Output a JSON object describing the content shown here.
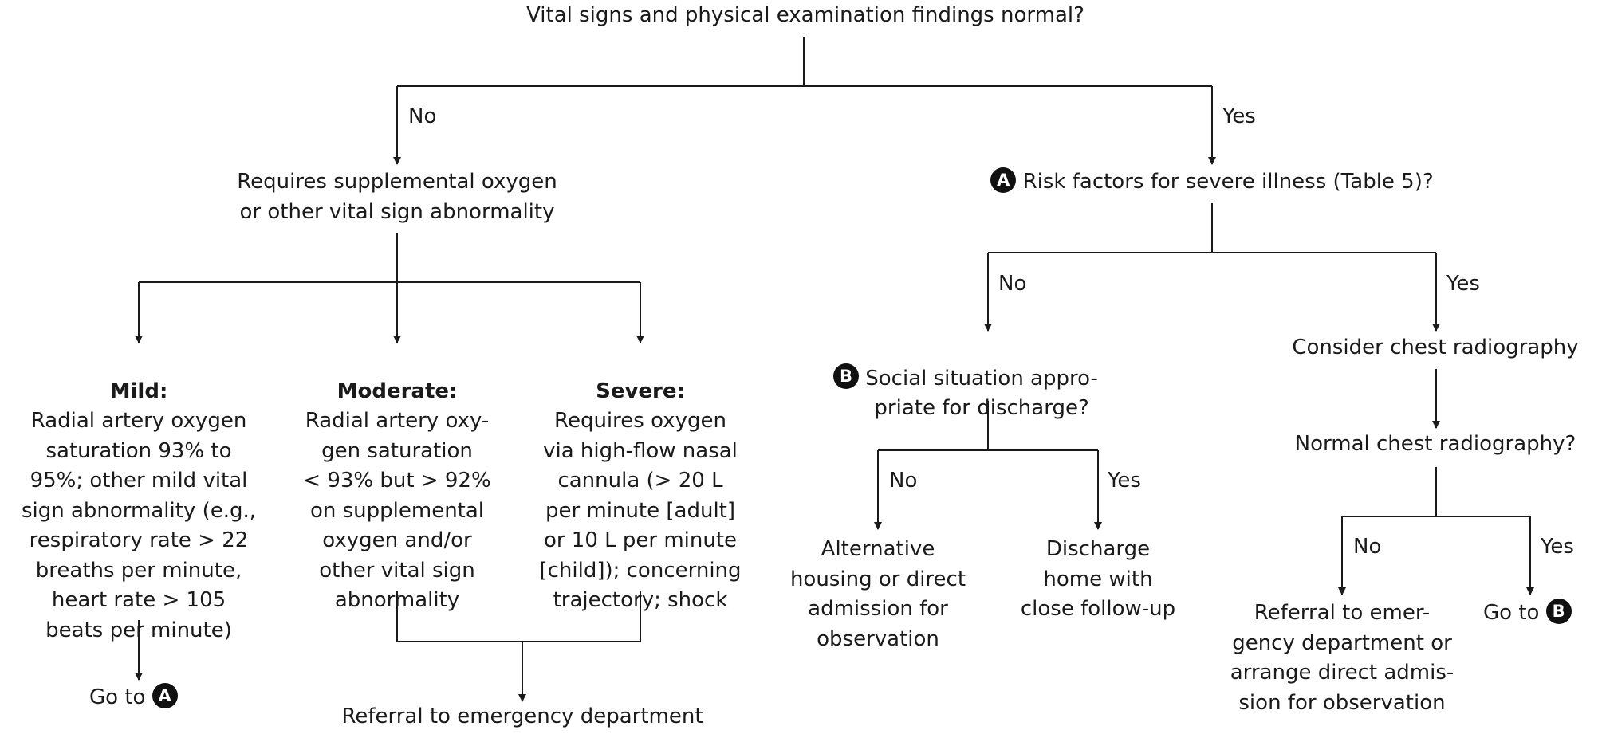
{
  "nodes": {
    "vital_signs_question": "Vital signs and physical examination findings normal?",
    "requires_oxygen": "Requires supplemental oxygen\nor other vital sign abnormality",
    "risk_factors_badge": "A",
    "risk_factors_question": "Risk factors for severe illness (Table 5)?",
    "mild_heading": "Mild:",
    "mild_text": "Radial artery oxygen\nsaturation 93% to\n95%; other mild vital\nsign abnormality (e.g.,\nrespiratory rate > 22\nbreaths per minute,\nheart rate > 105\nbeats per minute)",
    "moderate_heading": "Moderate:",
    "moderate_text": "Radial artery oxy-\ngen saturation\n< 93% but > 92%\non supplemental\noxygen and/or\nother vital sign\nabnormality",
    "severe_heading": "Severe:",
    "severe_text": "Requires oxygen\nvia high-flow nasal\ncannula (> 20 L\nper minute [adult]\nor 10 L per minute\n[child]); concerning\ntrajectory; shock",
    "goto_a_text": "Go to",
    "goto_a_badge": "A",
    "referral_ed": "Referral to emergency department",
    "social_badge": "B",
    "social_question": "Social situation appro-\npriate for discharge?",
    "alternative_housing": "Alternative\nhousing or direct\nadmission for\nobservation",
    "discharge_home": "Discharge\nhome with\nclose follow-up",
    "consider_chest": "Consider chest radiography",
    "normal_chest": "Normal chest radiography?",
    "referral_admission": "Referral to emer-\ngency department or\narrange direct admis-\nsion for observation",
    "goto_b_text": "Go to",
    "goto_b_badge": "B"
  },
  "labels": {
    "no_1": "No",
    "yes_1": "Yes",
    "no_2": "No",
    "yes_2": "Yes",
    "no_3": "No",
    "yes_3": "Yes",
    "no_4": "No",
    "yes_4": "Yes"
  },
  "colors": {
    "line": "#1a1a1a",
    "badge_bg": "#111111",
    "text": "#1a1a1a"
  }
}
